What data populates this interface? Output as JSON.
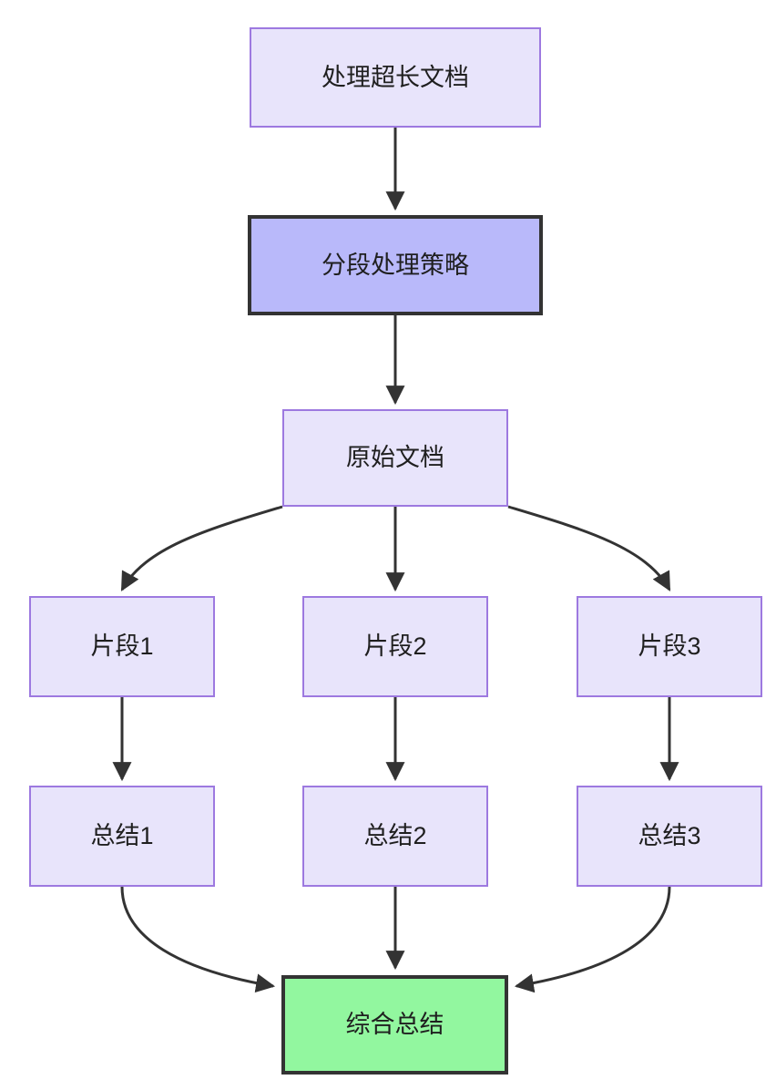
{
  "diagram": {
    "type": "flowchart",
    "direction": "top-down",
    "background_color": "#ffffff",
    "edge_color": "#333333",
    "styles": {
      "normal": {
        "fill": "#e8e4fb",
        "stroke": "#9d79e0",
        "stroke_width": 2
      },
      "highlight": {
        "fill": "#b9b9fa",
        "stroke": "#333333",
        "stroke_width": 4
      },
      "final": {
        "fill": "#92f79f",
        "stroke": "#333333",
        "stroke_width": 4
      }
    },
    "nodes": [
      {
        "id": "start",
        "label": "处理超长文档",
        "style": "normal"
      },
      {
        "id": "strategy",
        "label": "分段处理策略",
        "style": "highlight"
      },
      {
        "id": "source",
        "label": "原始文档",
        "style": "normal"
      },
      {
        "id": "frag1",
        "label": "片段1",
        "style": "normal"
      },
      {
        "id": "frag2",
        "label": "片段2",
        "style": "normal"
      },
      {
        "id": "frag3",
        "label": "片段3",
        "style": "normal"
      },
      {
        "id": "sum1",
        "label": "总结1",
        "style": "normal"
      },
      {
        "id": "sum2",
        "label": "总结2",
        "style": "normal"
      },
      {
        "id": "sum3",
        "label": "总结3",
        "style": "normal"
      },
      {
        "id": "final",
        "label": "综合总结",
        "style": "final"
      }
    ],
    "edges": [
      {
        "from": "start",
        "to": "strategy",
        "label": ""
      },
      {
        "from": "strategy",
        "to": "source",
        "label": ""
      },
      {
        "from": "source",
        "to": "frag1",
        "label": ""
      },
      {
        "from": "source",
        "to": "frag2",
        "label": ""
      },
      {
        "from": "source",
        "to": "frag3",
        "label": ""
      },
      {
        "from": "frag1",
        "to": "sum1",
        "label": ""
      },
      {
        "from": "frag2",
        "to": "sum2",
        "label": ""
      },
      {
        "from": "frag3",
        "to": "sum3",
        "label": ""
      },
      {
        "from": "sum1",
        "to": "final",
        "label": ""
      },
      {
        "from": "sum2",
        "to": "final",
        "label": ""
      },
      {
        "from": "sum3",
        "to": "final",
        "label": ""
      }
    ]
  }
}
